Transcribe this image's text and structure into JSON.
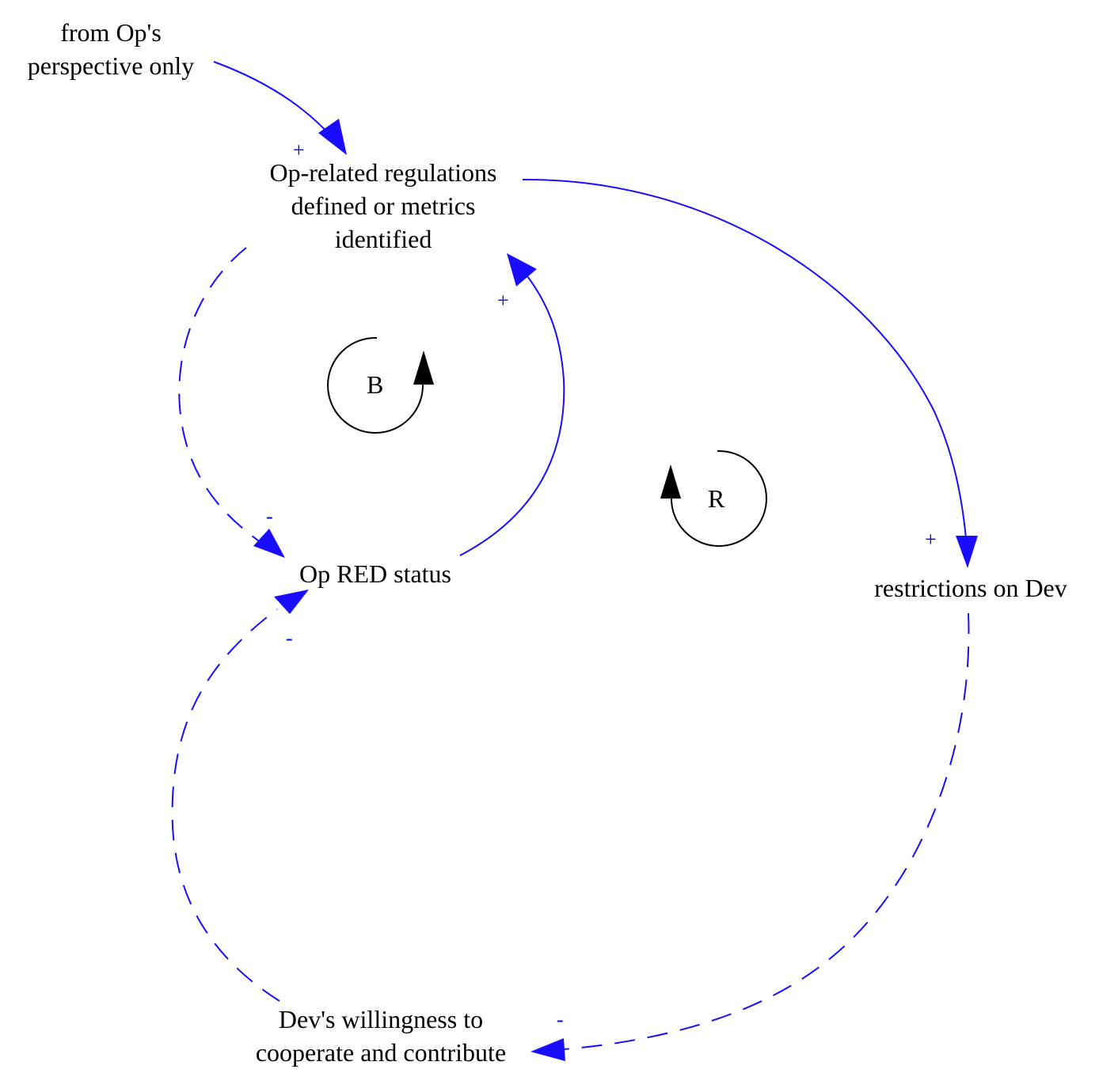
{
  "nodes": {
    "from_op": {
      "lines": [
        "from Op's",
        "perspective only"
      ]
    },
    "op_regulations": {
      "lines": [
        "Op-related regulations",
        "defined or metrics",
        "identified"
      ]
    },
    "op_red_status": {
      "lines": [
        "Op RED status"
      ]
    },
    "restrictions_dev": {
      "lines": [
        "restrictions on Dev"
      ]
    },
    "dev_willingness": {
      "lines": [
        "Dev's willingness to",
        "cooperate and contribute"
      ]
    }
  },
  "links": {
    "from_op_to_regulations": {
      "polarity": "+",
      "style": "solid"
    },
    "regulations_to_red": {
      "polarity": "-",
      "style": "dashed"
    },
    "red_to_regulations": {
      "polarity": "+",
      "style": "solid"
    },
    "regulations_to_restrictions": {
      "polarity": "+",
      "style": "solid"
    },
    "restrictions_to_willingness": {
      "polarity": "-",
      "style": "dashed"
    },
    "willingness_to_red": {
      "polarity": "-",
      "style": "dashed"
    }
  },
  "loops": {
    "balancing": {
      "label": "B"
    },
    "reinforcing": {
      "label": "R"
    }
  },
  "colors": {
    "link": "#1a0dff",
    "polarity": "#0000ff",
    "loop": "#000000",
    "text": "#000000"
  }
}
